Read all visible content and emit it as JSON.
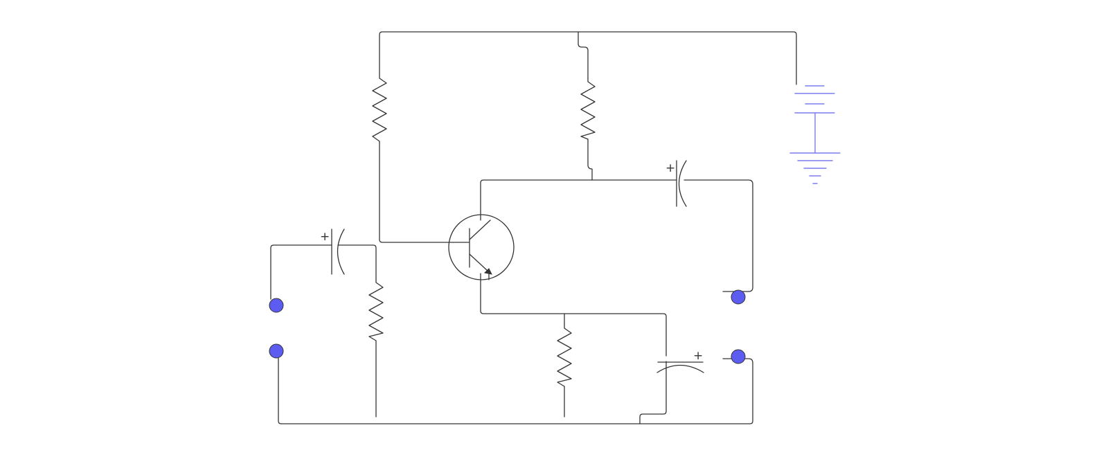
{
  "diagram": {
    "kind": "common-emitter amplifier circuit schematic",
    "components": {
      "bias_resistor_top": "resistor",
      "collector_resistor": "resistor",
      "bias_resistor_bottom": "resistor",
      "emitter_resistor": "resistor",
      "input_capacitor": "polarized-capacitor",
      "output_capacitor": "polarized-capacitor",
      "bypass_capacitor": "polarized-capacitor",
      "transistor": "npn-transistor",
      "supply": "battery-with-ground"
    },
    "capacitor_polarity_mark": "+",
    "terminals": [
      "input-top",
      "input-bottom",
      "output-top",
      "output-bottom"
    ]
  },
  "colors": {
    "wire": "#333333",
    "supply_symbol": "#7b7bef",
    "terminal_fill": "#5c5cf0",
    "background": "#ffffff"
  }
}
